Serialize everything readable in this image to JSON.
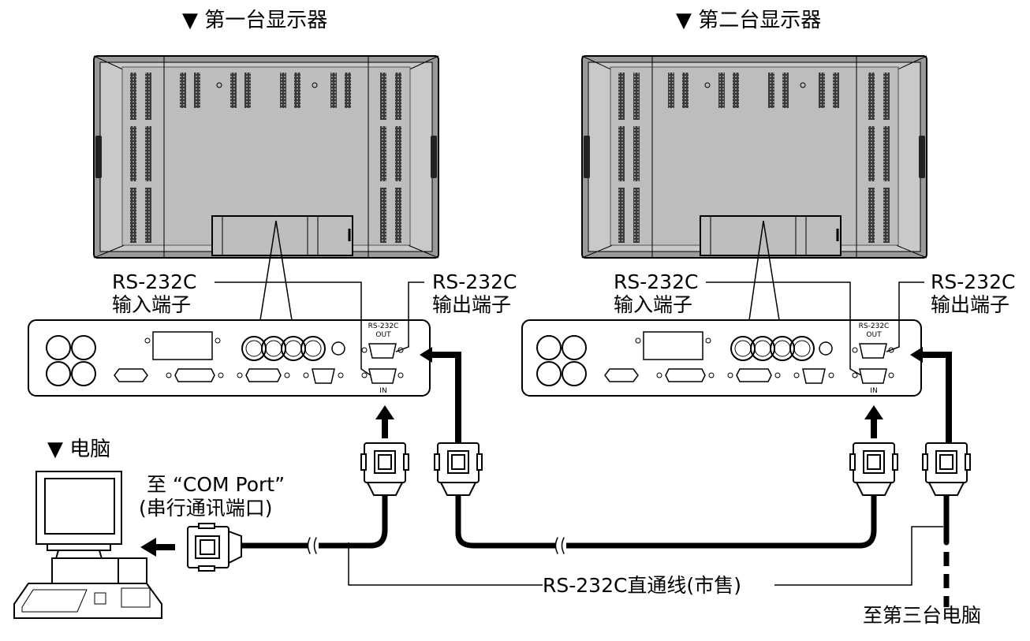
{
  "monitor1": {
    "title": "▼ 第一台显示器",
    "in_label_line1": "RS-232C",
    "in_label_line2": "输入端子",
    "out_label_line1": "RS-232C",
    "out_label_line2": "输出端子",
    "port_out_label_1": "RS-232C",
    "port_out_label_2": "OUT",
    "port_in_label": "IN"
  },
  "monitor2": {
    "title": "▼ 第二台显示器",
    "in_label_line1": "RS-232C",
    "in_label_line2": "输入端子",
    "out_label_line1": "RS-232C",
    "out_label_line2": "输出端子",
    "port_out_label_1": "RS-232C",
    "port_out_label_2": "OUT",
    "port_in_label": "IN"
  },
  "computer": {
    "title": "▼ 电脑",
    "com_port_line1": "至 “COM Port”",
    "com_port_line2": "(串行通讯端口)"
  },
  "cable_label": "RS-232C直通线(市售)",
  "to_third": "至第三台电脑",
  "colors": {
    "line": "#000000",
    "panel": "#bdbdbd",
    "frame": "#8c8c8c",
    "vent": "#4a4a4a"
  }
}
